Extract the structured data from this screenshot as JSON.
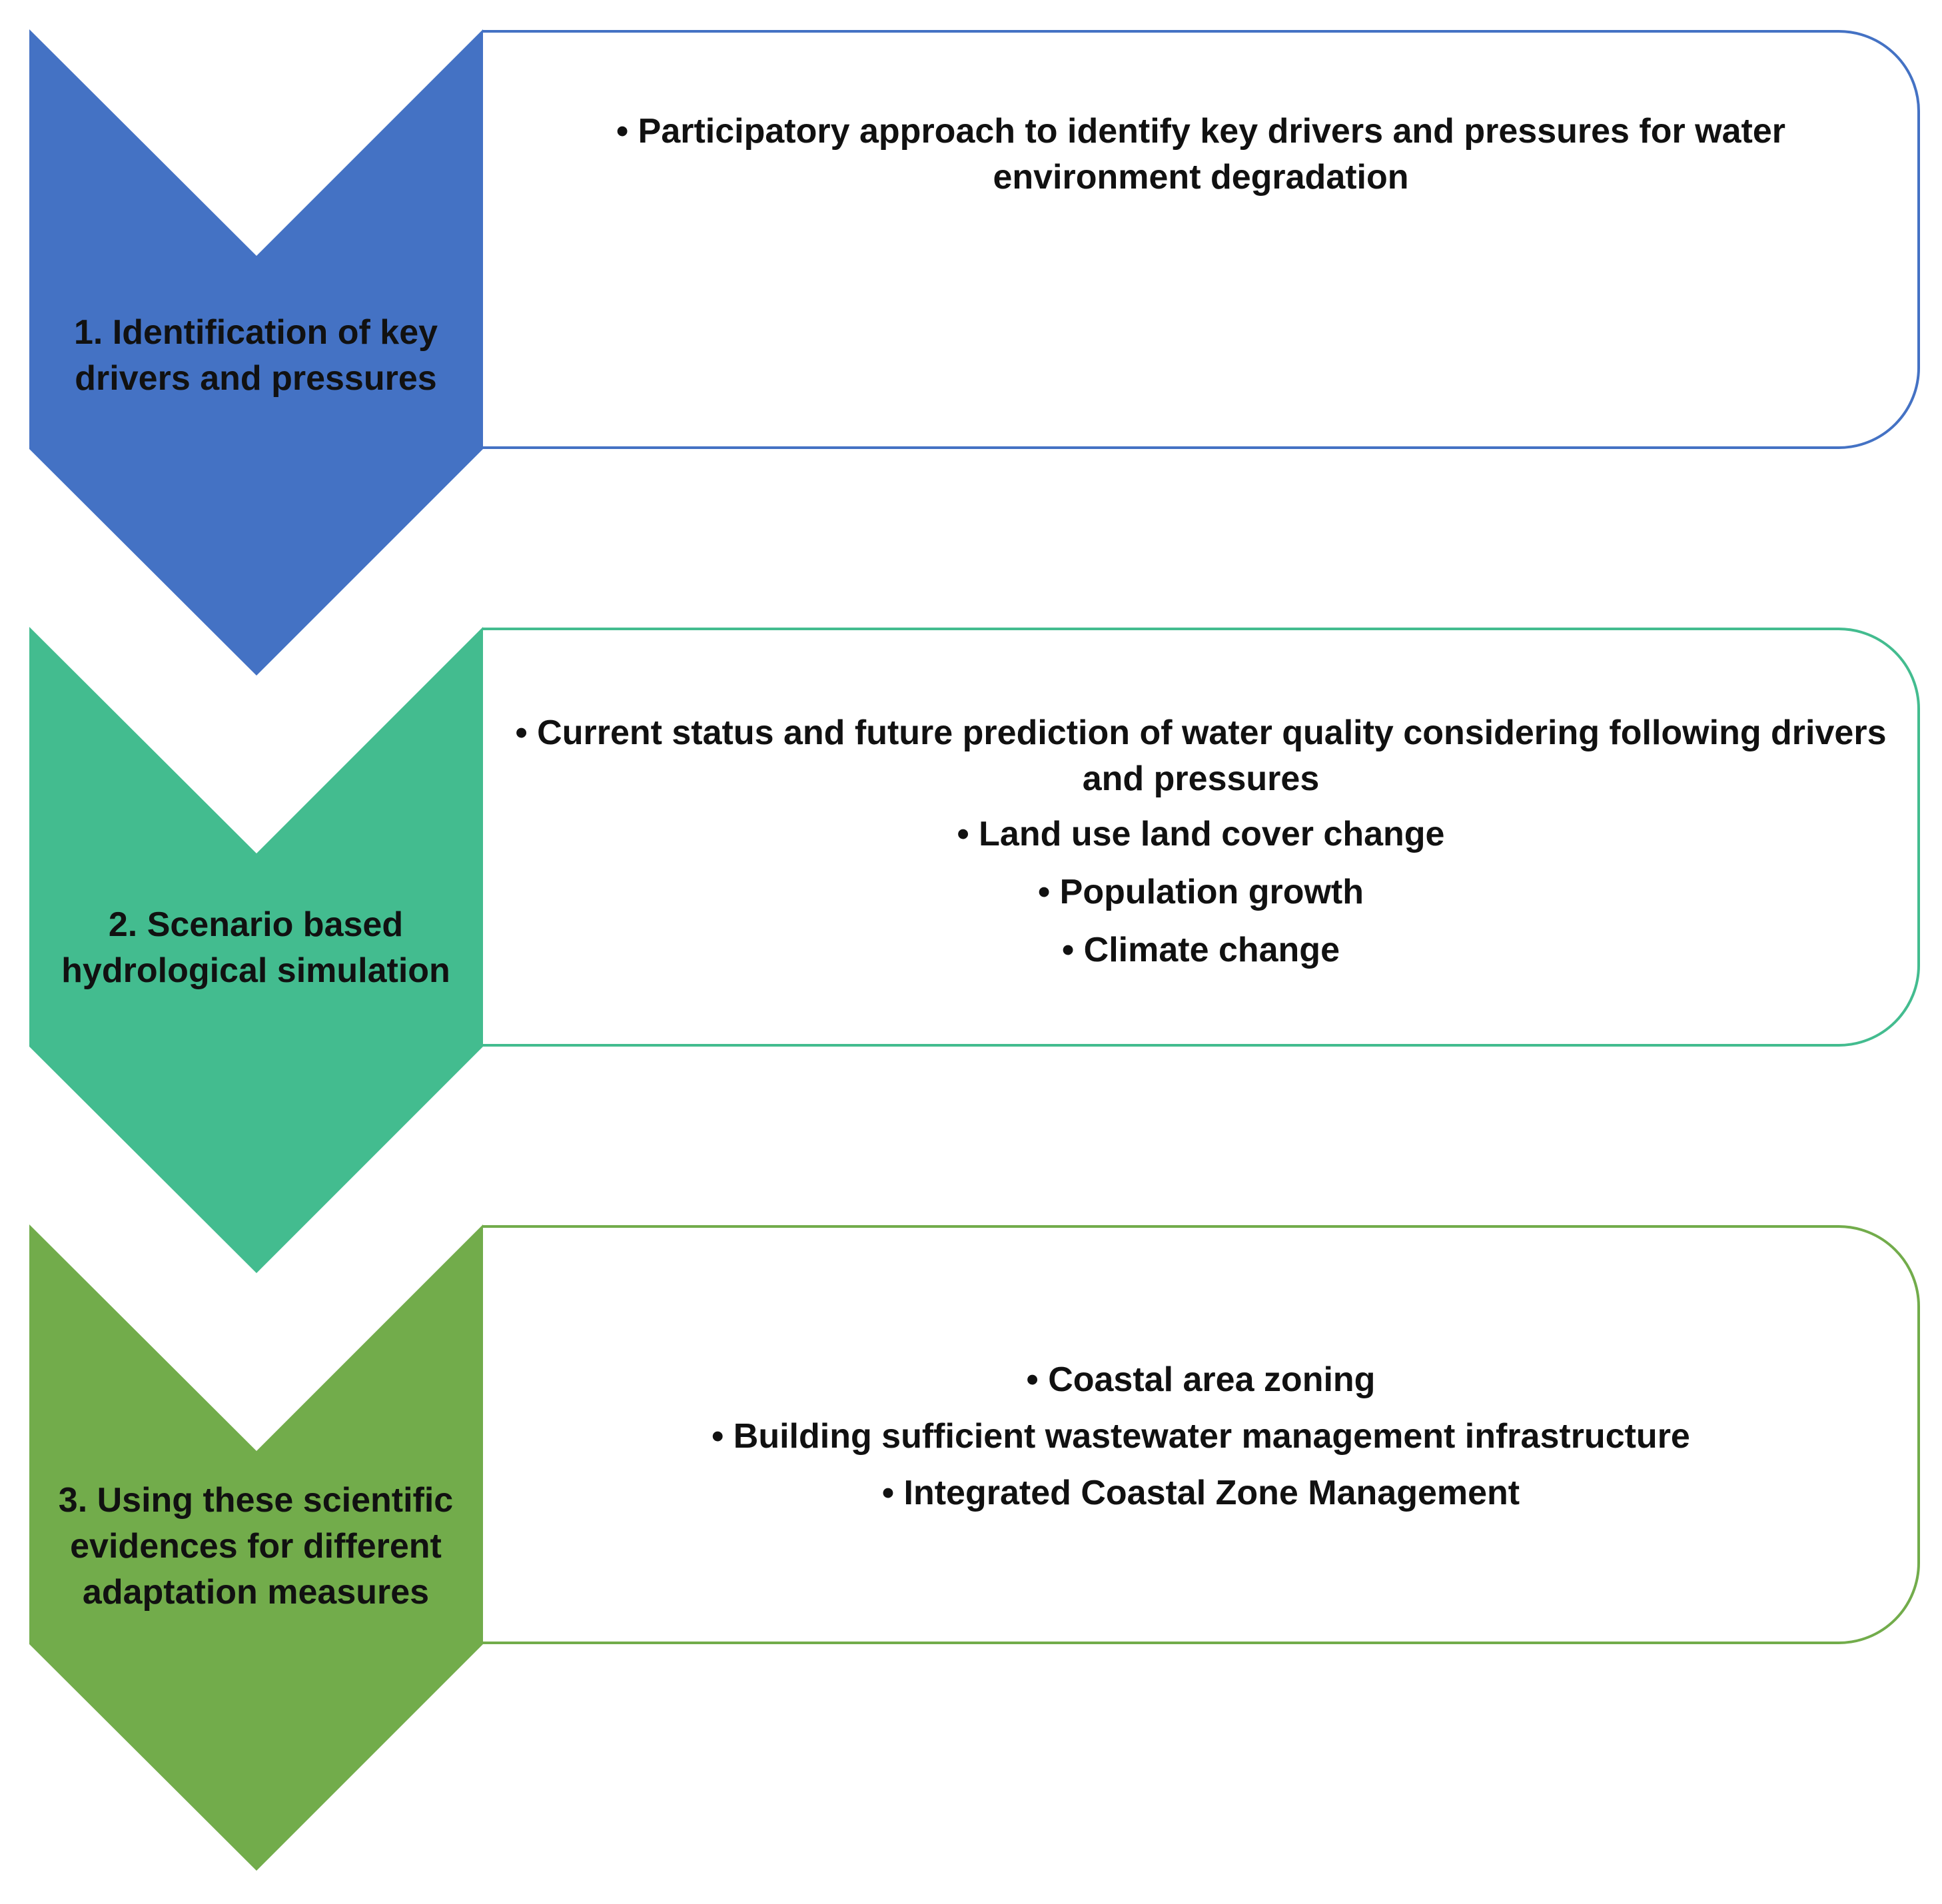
{
  "colors": {
    "step1": "#4472C4",
    "step2": "#43BC8F",
    "step3": "#72AC4B"
  },
  "steps": [
    {
      "title": "1. Identification of key drivers and pressures",
      "bullets": [
        "• Participatory approach to identify key drivers and pressures for water environment degradation"
      ]
    },
    {
      "title": "2. Scenario based hydrological simulation",
      "bullets": [
        "• Current status and future prediction of water quality considering following drivers and pressures",
        "• Land use land cover change",
        "• Population growth",
        "• Climate change"
      ]
    },
    {
      "title": "3. Using these scientific evidences for different adaptation measures",
      "bullets": [
        "• Coastal area zoning",
        "• Building sufficient wastewater management infrastructure",
        "• Integrated Coastal Zone Management"
      ]
    }
  ]
}
